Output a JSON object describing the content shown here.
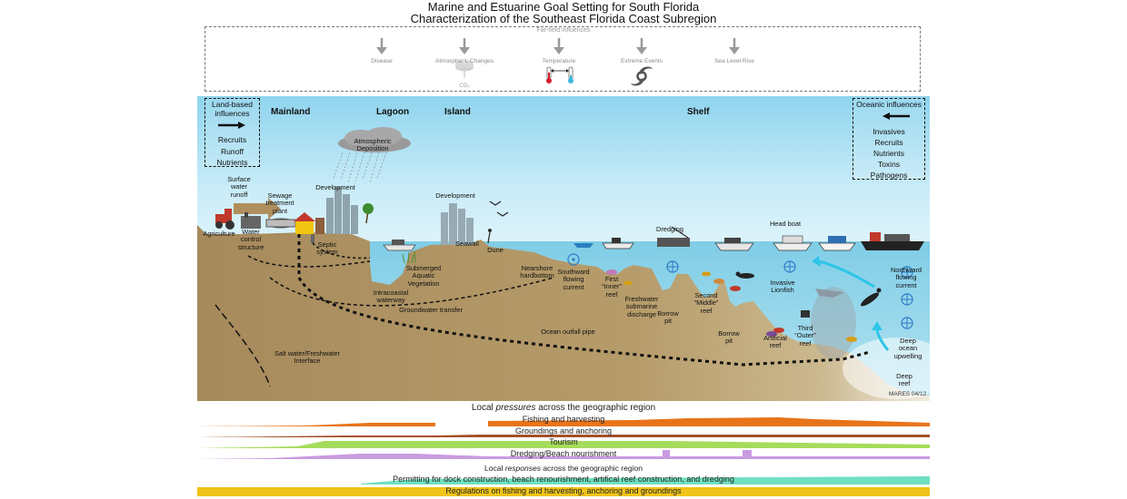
{
  "title": {
    "line1": "Marine and Estuarine Goal Setting for South Florida",
    "line2": "Characterization of the Southeast Florida Coast Subregion"
  },
  "far_field": {
    "heading": "Far-field influences",
    "items": [
      {
        "label": "Disease",
        "icon": "arrow-down-icon"
      },
      {
        "label": "Atmospheric Changes",
        "icon": "co2-cloud-icon",
        "sub": "CO₂"
      },
      {
        "label": "Temperature",
        "icon": "thermometer-icon"
      },
      {
        "label": "Extreme Events",
        "icon": "hurricane-icon"
      },
      {
        "label": "Sea Level Rise",
        "icon": "arrow-down-icon"
      }
    ]
  },
  "land_box": {
    "title1": "Land-based",
    "title2": "influences",
    "items": [
      "Recruits",
      "Runoff",
      "Nutrients"
    ]
  },
  "ocean_box": {
    "title": "Oceanic influences",
    "items": [
      "Invasives",
      "Recruits",
      "Nutrients",
      "Toxins",
      "Pathogens"
    ]
  },
  "zones": {
    "mainland": "Mainland",
    "lagoon": "Lagoon",
    "island": "Island",
    "shelf": "Shelf"
  },
  "labels": {
    "atmos1": "Atmospheric",
    "atmos2": "Deposition",
    "surface1": "Surface",
    "surface2": "water",
    "surface3": "runoff",
    "sewage1": "Sewage",
    "sewage2": "treatment",
    "sewage3": "plant",
    "development_left": "Development",
    "development_island": "Development",
    "agriculture": "Agriculture",
    "water1": "Water",
    "water2": "control",
    "water3": "structure",
    "septic1": "Septic",
    "septic2": "system",
    "sav1": "Submerged",
    "sav2": "Aquatic",
    "sav3": "Vegetation",
    "seawall": "Seawall",
    "dune": "Dune",
    "intracoastal1": "Intracoastal",
    "intracoastal2": "waterway",
    "nearshore1": "Nearshore",
    "nearshore2": "hardbottom",
    "southward1": "Southward",
    "southward2": "flowing",
    "southward3": "current",
    "first1": "First",
    "first2": "“Inner”",
    "first3": "reef",
    "freshwater1": "Freshwater",
    "freshwater2": "submarine",
    "freshwater3": "discharge",
    "borrow1a": "Borrow",
    "borrow1b": "pit",
    "second1": "Second",
    "second2": "“Middle”",
    "second3": "reef",
    "borrow2a": "Borrow",
    "borrow2b": "pit",
    "dredging": "Dredging",
    "headboat": "Head boat",
    "lionfish1": "Invasive",
    "lionfish2": "Lionfish",
    "artificial1": "Artificial",
    "artificial2": "reef",
    "third1": "Third",
    "third2": "“Outer”",
    "third3": "reef",
    "northward1": "Northward",
    "northward2": "flowing",
    "northward3": "current",
    "deep1": "Deep",
    "deep2": "ocean",
    "deep3": "upwelling",
    "deepreef1": "Deep",
    "deepreef2": "reef",
    "groundwater": "Groundwater transfer",
    "outfall": "Ocean outfall pipe",
    "saltwater1": "Salt water/Freshwater",
    "saltwater2": "Interface",
    "credit": "MARES 04/12"
  },
  "pressures": {
    "heading_pre": "Local ",
    "heading_em": "pressures",
    "heading_post": " across the geographic region",
    "bars": [
      {
        "label": "Fishing and harvesting",
        "color": "#e8741a"
      },
      {
        "label": "Groundings and anchoring",
        "color": "#a5512a"
      },
      {
        "label": "Tourism",
        "color": "#a6dc5c"
      },
      {
        "label": "Dredging/Beach nourishment",
        "color": "#c99be0"
      }
    ]
  },
  "responses": {
    "heading_pre": "Local ",
    "heading_em": "responses",
    "heading_post": " across the geographic region",
    "bars": [
      {
        "label": "Permitting for dock construction, beach renourishment, artifical reef construction, and dredging",
        "color": "#6fe0c0"
      },
      {
        "label": "Regulations on fishing and harvesting, anchoring and groundings",
        "color": "#f0c419"
      }
    ]
  }
}
